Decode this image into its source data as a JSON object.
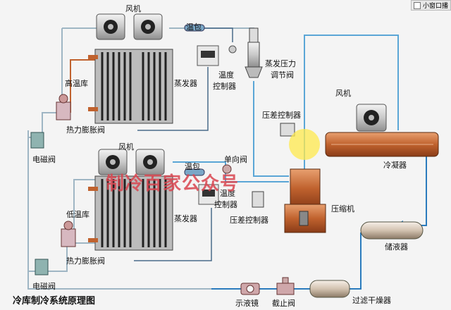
{
  "title": "冷库制冷系统原理图",
  "watermark": "制冷百家公众号",
  "window_button": "小窗口播",
  "labels": {
    "fan_top": "风机",
    "temp_bulb_top": "温包",
    "high_temp_room": "高温库",
    "evaporator_top": "蒸发器",
    "temp_controller_top_1": "温度",
    "temp_controller_top_2": "控制器",
    "evap_pressure_valve_1": "蒸发压力",
    "evap_pressure_valve_2": "调节阀",
    "diff_pressure_controller_top": "压差控制器",
    "fan_condenser": "风机",
    "condenser": "冷凝器",
    "expansion_valve_top": "热力膨胀阀",
    "solenoid_top": "电磁阀",
    "fan_bottom": "风机",
    "temp_bulb_bottom": "温包",
    "check_valve": "单向阀",
    "temp_controller_bottom_1": "温度",
    "temp_controller_bottom_2": "控制器",
    "low_temp_room": "低温库",
    "evaporator_bottom": "蒸发器",
    "compressor": "压缩机",
    "diff_pressure_controller_bottom": "压差控制器",
    "receiver": "储液器",
    "expansion_valve_bottom": "热力膨胀阀",
    "solenoid_bottom": "电磁阀",
    "sight_glass": "示液镜",
    "stop_valve": "截止阀",
    "filter_drier": "过滤干燥器"
  },
  "colors": {
    "pipe_suction": "#5aa6d6",
    "pipe_liquid": "#6fa3c8",
    "condenser": "#c0622e",
    "compressor": "#b4562a",
    "watermark": "#d9454f"
  }
}
